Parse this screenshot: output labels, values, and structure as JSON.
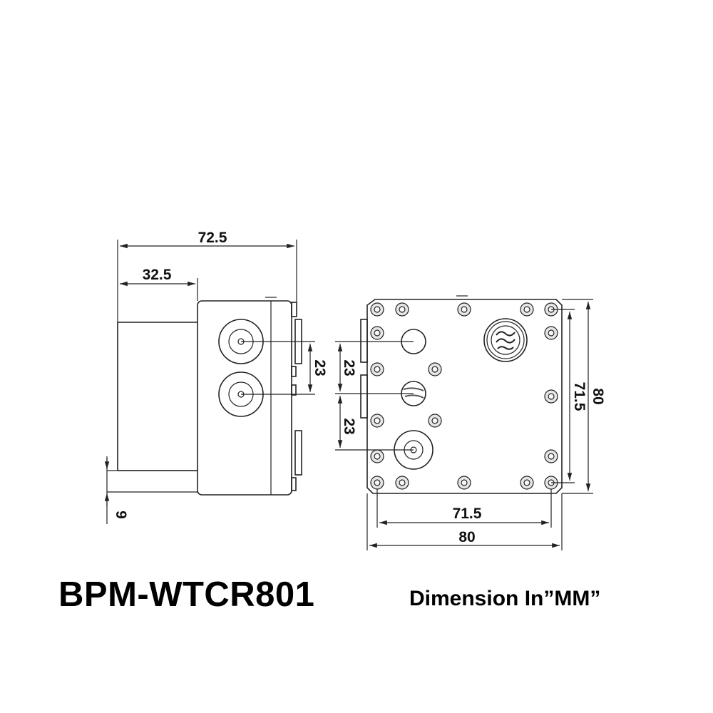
{
  "model": "BPM-WTCR801",
  "units_note": "Dimension In”MM”",
  "side_view": {
    "overall_width": "72.5",
    "body_offset": "32.5",
    "port_spacing": "23",
    "base_height": "9"
  },
  "top_view": {
    "port_spacing_1": "23",
    "port_spacing_2": "23",
    "hole_spacing_vertical": "71.5",
    "overall_height": "80",
    "hole_spacing_horizontal": "71.5",
    "overall_width": "80"
  },
  "colors": {
    "line": "#222222",
    "text": "#000000",
    "background": "#ffffff"
  }
}
